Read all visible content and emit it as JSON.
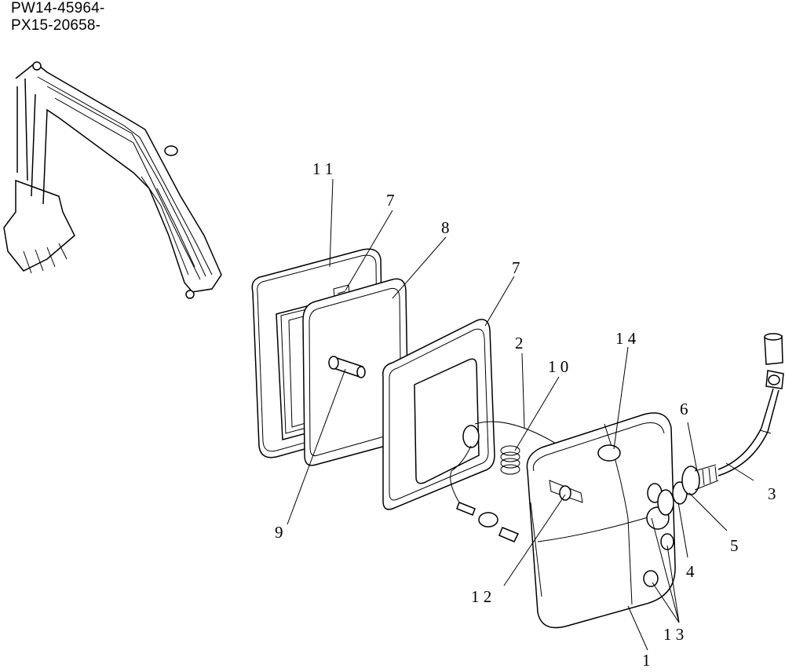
{
  "header": {
    "serials": [
      "PW14-45964-",
      "PX15-20658-"
    ]
  },
  "callouts": {
    "c11": "1 1",
    "c7a": "7",
    "c8": "8",
    "c7b": "7",
    "c2": "2",
    "c10": "1 0",
    "c14": "1 4",
    "c6": "6",
    "c3": "3",
    "c5": "5",
    "c4": "4",
    "c9": "9",
    "c12": "1 2",
    "c13": "1 3",
    "c1": "1"
  }
}
